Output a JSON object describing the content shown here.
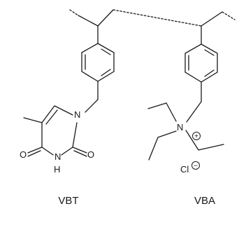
{
  "vbt": {
    "caption": "VBT",
    "atom_n_ring": "N",
    "atom_nh": "H",
    "atom_n_lower": "N",
    "atom_o_left": "O",
    "atom_o_right": "O"
  },
  "vba": {
    "caption": "VBA",
    "atom_n_quat": "N",
    "charge_plus": "+",
    "counterion": "Cl",
    "charge_minus": "−"
  },
  "colors": {
    "ink": "#1a1a1a",
    "background": "#ffffff"
  }
}
